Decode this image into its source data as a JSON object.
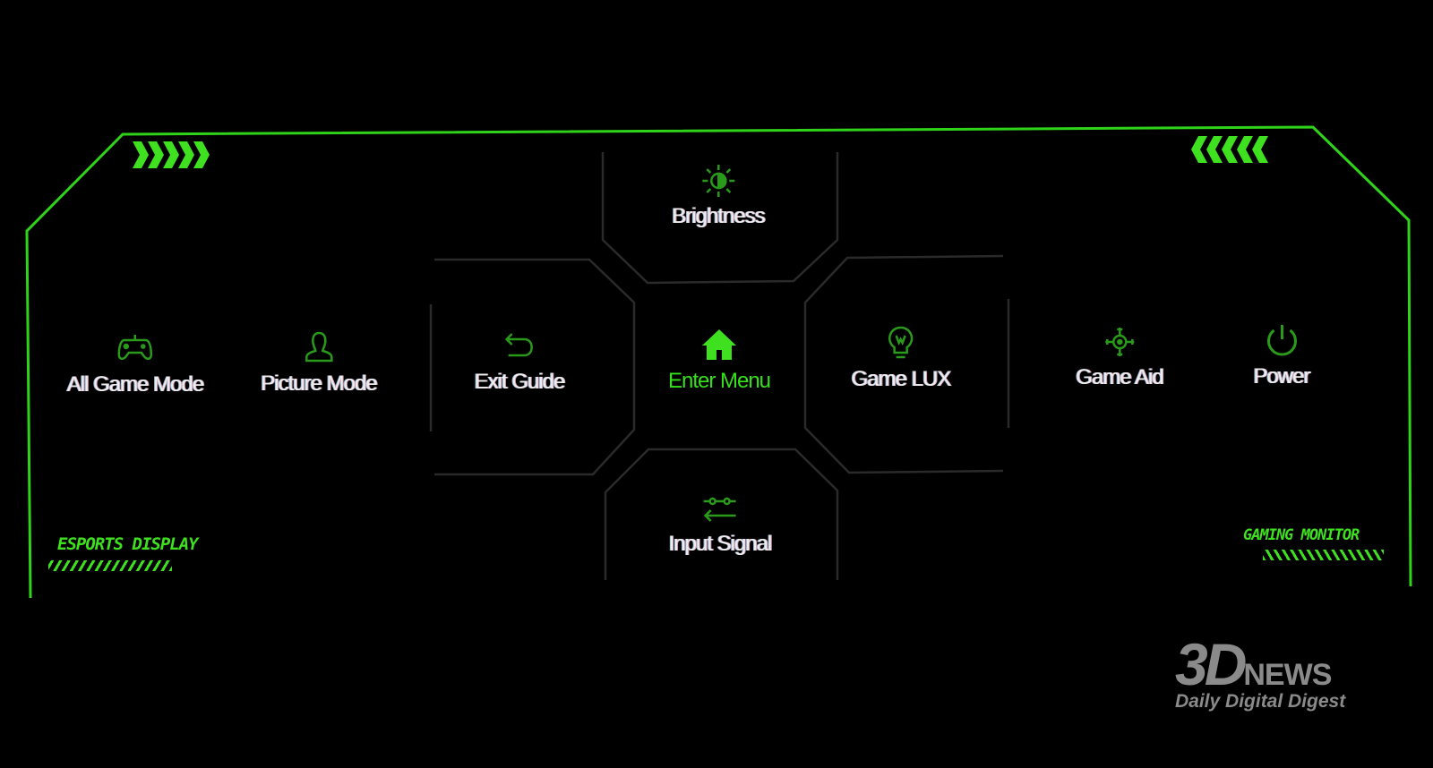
{
  "colors": {
    "accent": "#3fe020",
    "frame": "#2fd41a",
    "hex_lines": "#2a2a2a",
    "label": "#eeeeee",
    "logo": "#8a8a8a"
  },
  "menu": {
    "brightness": {
      "label": "Brightness",
      "icon": "sun-icon"
    },
    "all_game_mode": {
      "label": "All Game Mode",
      "icon": "gamepad-icon"
    },
    "picture_mode": {
      "label": "Picture Mode",
      "icon": "person-icon"
    },
    "exit_guide": {
      "label": "Exit Guide",
      "icon": "back-arrow-icon"
    },
    "enter_menu": {
      "label": "Enter Menu",
      "icon": "home-icon"
    },
    "game_lux": {
      "label": "Game LUX",
      "icon": "bulb-icon"
    },
    "game_aid": {
      "label": "Game Aid",
      "icon": "crosshair-icon"
    },
    "power": {
      "label": "Power",
      "icon": "power-icon"
    },
    "input_signal": {
      "label": "Input Signal",
      "icon": "input-icon"
    }
  },
  "decor": {
    "left_tag": "ESPORTS DISPLAY",
    "right_tag": "GAMING MONITOR"
  },
  "watermark": {
    "brand_big": "3D",
    "brand_news": "NEWS",
    "tagline": "Daily Digital Digest"
  }
}
